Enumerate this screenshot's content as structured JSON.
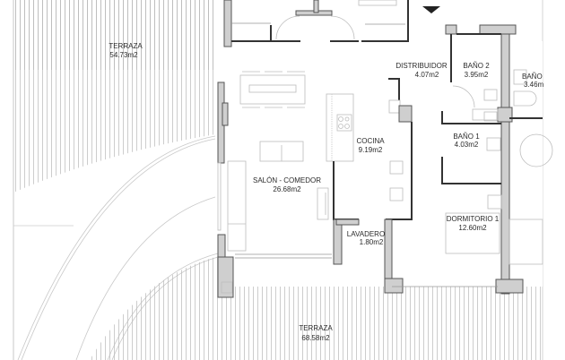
{
  "plan": {
    "north_marker": "triangle-down",
    "colors": {
      "wall_fill": "#cfcfcf",
      "wall_stroke": "#555555",
      "decking": "#b8b8b8",
      "text": "#2a2a2a"
    },
    "rooms": [
      {
        "id": "terraza-norte",
        "name": "TERRAZA",
        "area": "54.73m2"
      },
      {
        "id": "distribuidor",
        "name": "DISTRIBUIDOR",
        "area": "4.07m2"
      },
      {
        "id": "bano-2",
        "name": "BAÑO 2",
        "area": "3.95m2"
      },
      {
        "id": "bano-3",
        "name": "BAÑO",
        "area": "3.46m"
      },
      {
        "id": "bano-1",
        "name": "BAÑO 1",
        "area": "4.03m2"
      },
      {
        "id": "cocina",
        "name": "COCINA",
        "area": "9.19m2"
      },
      {
        "id": "salon-comedor",
        "name": "SALÓN - COMEDOR",
        "area": "26.68m2"
      },
      {
        "id": "dormitorio-1",
        "name": "DORMITORIO 1",
        "area": "12.60m2"
      },
      {
        "id": "lavadero",
        "name": "LAVADERO",
        "area": "1.80m2"
      },
      {
        "id": "terraza-sur",
        "name": "TERRAZA",
        "area": "68.58m2"
      }
    ]
  }
}
